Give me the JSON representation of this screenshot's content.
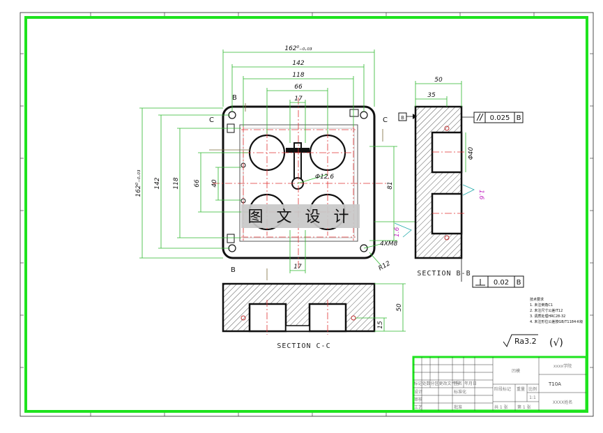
{
  "watermark": "图 文 设 计",
  "top_view": {
    "dims_horizontal": [
      "162⁰₋₀.₀₃",
      "142",
      "118",
      "66",
      "17"
    ],
    "dims_vertical": [
      "162⁰₋₀.₀₃",
      "142",
      "118",
      "66",
      "40"
    ],
    "dim_bottom_17": "17",
    "dim_81": "81",
    "hole_callout": "Φ12.6",
    "thread_callout": "4XM8",
    "radius_callout": "R12",
    "section_mark_b": "B",
    "section_mark_c": "C",
    "roughness": "1.6"
  },
  "section_bb": {
    "label": "SECTION B-B",
    "dim_50": "50",
    "dim_35": "35",
    "dim_phi40": "Φ40",
    "datum": "B",
    "parallel_tol": "0.025",
    "parallel_datum": "B",
    "perp_tol": "0.02",
    "perp_datum": "B",
    "roughness": "1.6"
  },
  "section_cc": {
    "label": "SECTION C-C",
    "dim_50": "50",
    "dim_15": "15"
  },
  "notes": {
    "heading": "技术要求",
    "lines": [
      "1. 未注倒角C1",
      "2. 未注尺寸公差IT12",
      "3. 调质处理HRC28-32",
      "4. 未注形位公差按GB/T1184-K级"
    ]
  },
  "surface_finish": {
    "value": "Ra3.2",
    "other": "(√)"
  },
  "title_block": {
    "part_name": "凹模",
    "school": "xxxx学院",
    "material": "T10A",
    "designer": "XXXX姓名",
    "scale": "1:1",
    "sheet_total": "共 1 张",
    "sheet_no": "第 1 张",
    "h_stage": "阶段标记",
    "h_weight": "重量",
    "h_scale": "比例",
    "rev_headers": [
      "标记",
      "处数",
      "分区",
      "更改文件号",
      "签名",
      "年月日"
    ],
    "role_design": "设计",
    "role_check": "审核",
    "role_process": "工艺",
    "role_standard": "标准化",
    "role_approve": "批准"
  }
}
